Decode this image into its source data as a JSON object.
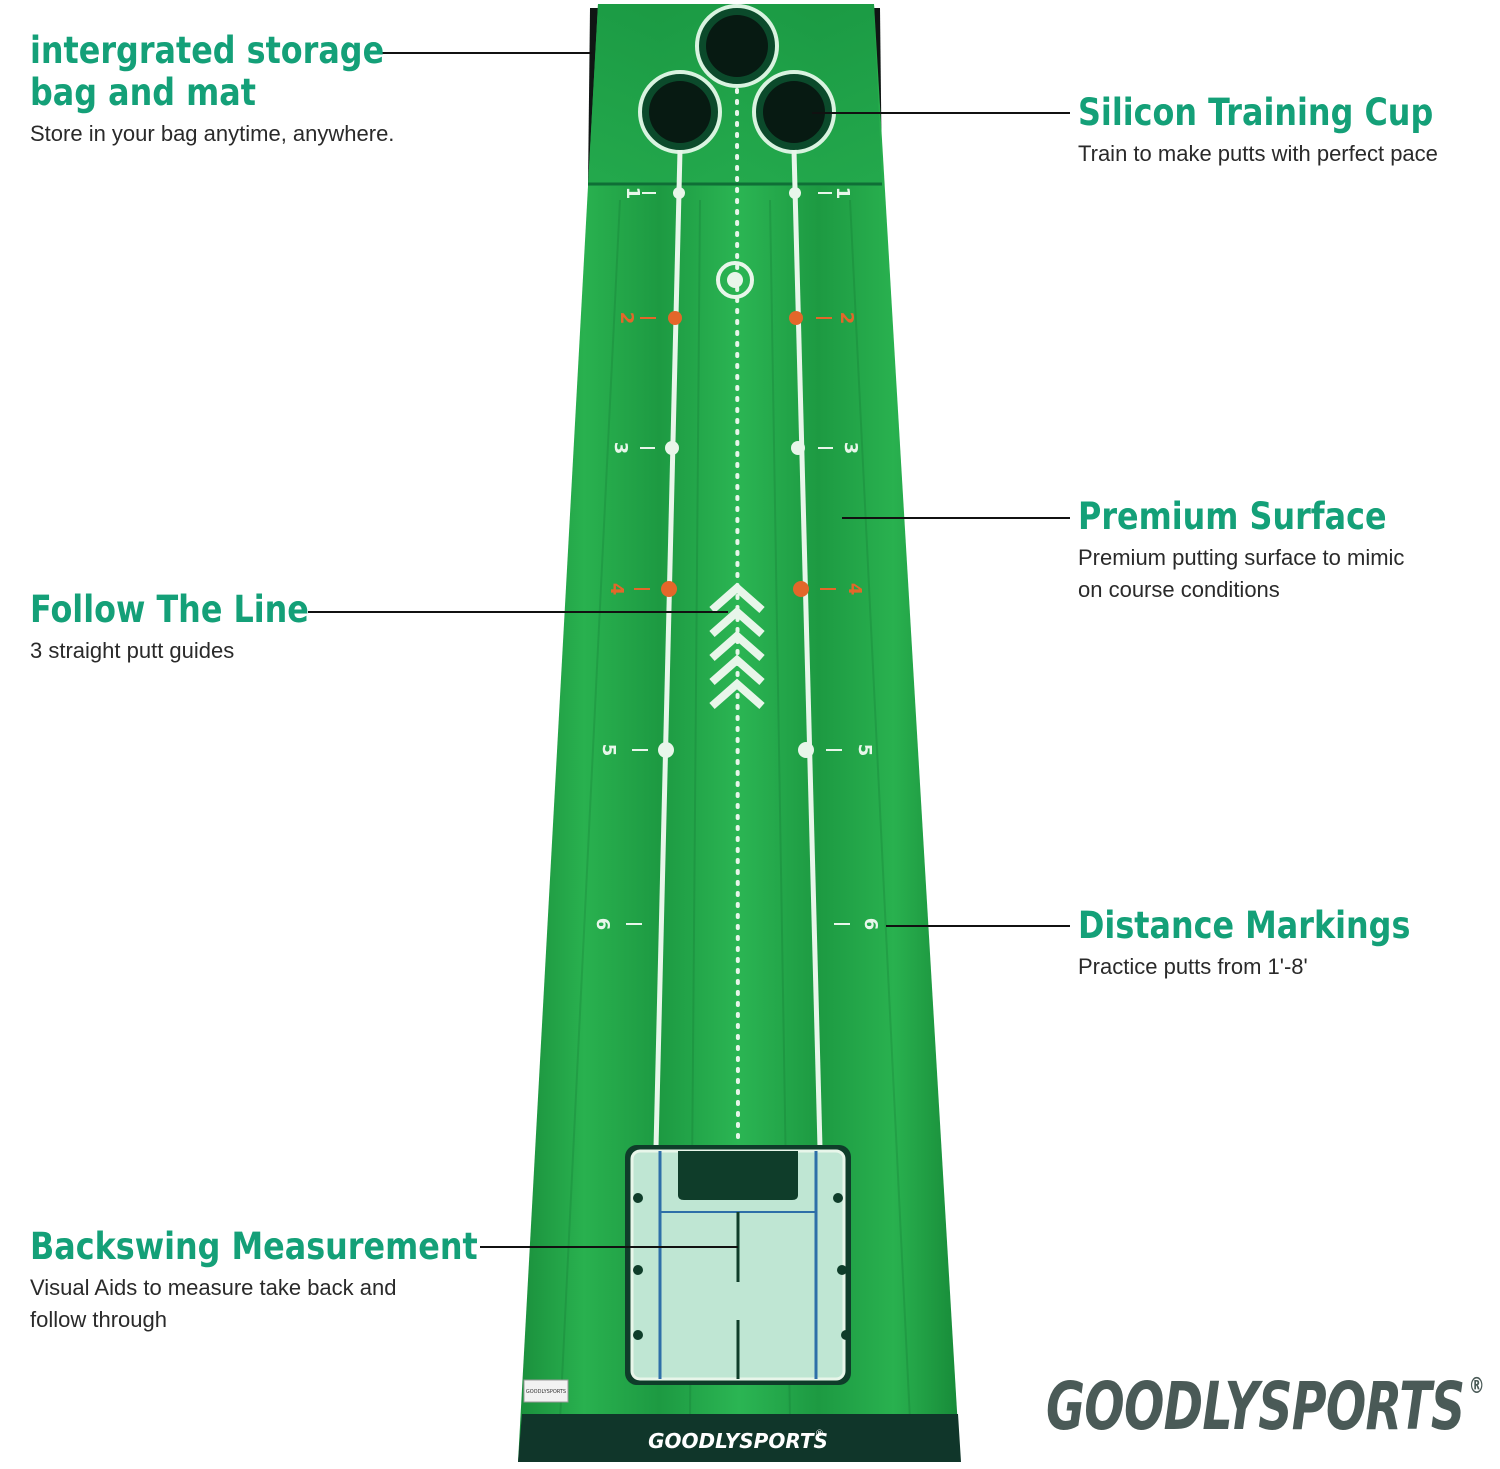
{
  "colors": {
    "heading": "#14a078",
    "body_text": "#2a2a2a",
    "mat_green": "#1fa447",
    "mat_dark": "#0f6f36",
    "marker_orange": "#e3672a",
    "logo_gray": "#4a5a57"
  },
  "features": [
    {
      "id": "storage",
      "title_lines": [
        "intergrated storage",
        "bag and mat"
      ],
      "desc_lines": [
        "Store in your bag anytime, anywhere."
      ]
    },
    {
      "id": "cup",
      "title_lines": [
        "Silicon Training Cup"
      ],
      "desc_lines": [
        "Train to make putts with perfect pace"
      ]
    },
    {
      "id": "surface",
      "title_lines": [
        "Premium Surface"
      ],
      "desc_lines": [
        "Premium putting surface to mimic",
        "on course conditions"
      ]
    },
    {
      "id": "line",
      "title_lines": [
        "Follow The Line"
      ],
      "desc_lines": [
        "3 straight putt guides"
      ]
    },
    {
      "id": "distance",
      "title_lines": [
        "Distance Markings"
      ],
      "desc_lines": [
        "Practice putts from 1'-8'"
      ]
    },
    {
      "id": "backswing",
      "title_lines": [
        "Backswing Measurement"
      ],
      "desc_lines": [
        "Visual Aids to measure take back and",
        "follow through"
      ]
    }
  ],
  "mat": {
    "distance_labels": [
      "1",
      "2",
      "3",
      "4",
      "5",
      "6"
    ],
    "brand_strip": "GOODLYSPORTS",
    "tag": "GOODLYSPORTS"
  },
  "brand": {
    "name": "GOODLYSPORTS",
    "mark": "®"
  }
}
